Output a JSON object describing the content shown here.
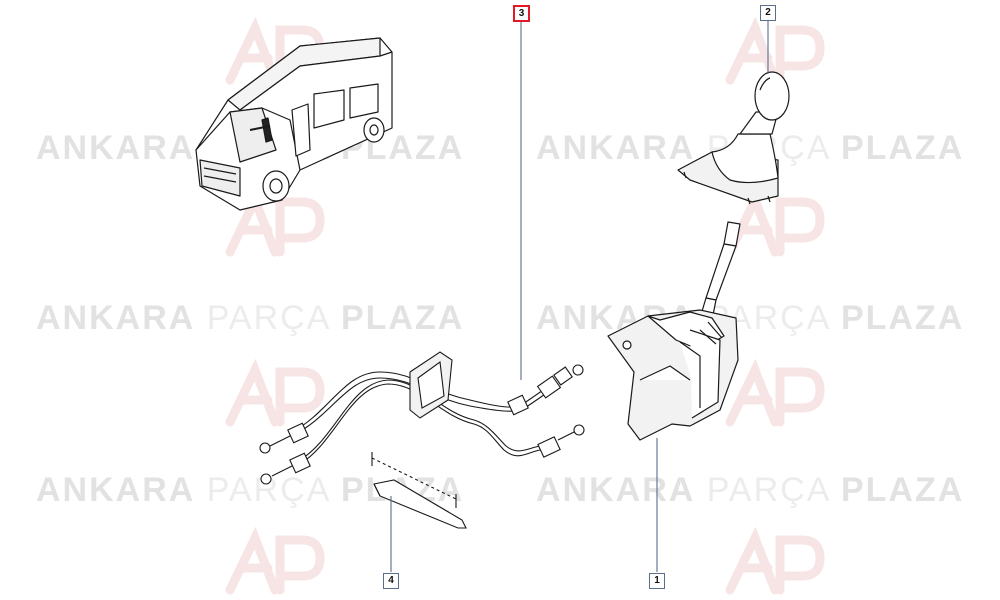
{
  "watermark": {
    "word1": "ANKARA",
    "word2": "PARÇA",
    "word3": "PLAZA",
    "logo_name": "ap-logo"
  },
  "callouts": [
    {
      "id": "1",
      "active": false
    },
    {
      "id": "2",
      "active": false
    },
    {
      "id": "3",
      "active": true
    },
    {
      "id": "4",
      "active": false
    }
  ],
  "colors": {
    "line": "#1a1a1a",
    "callout_border": "#5a6e8c",
    "active_border": "#e01b24",
    "watermark": "#e2e2e2"
  }
}
